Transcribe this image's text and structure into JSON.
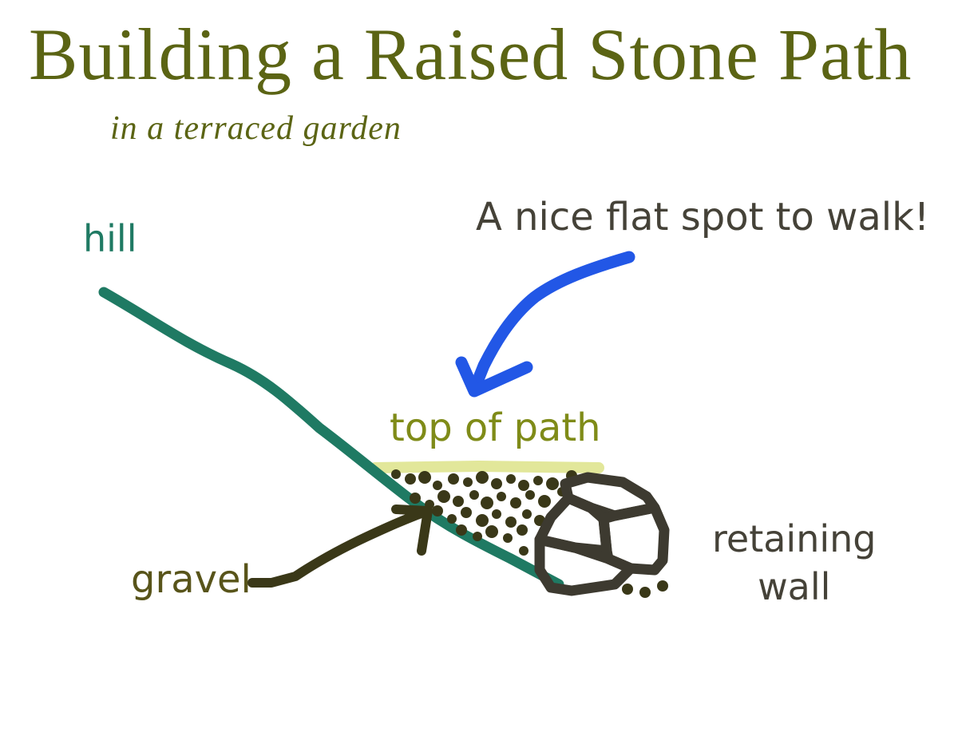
{
  "title": "Building a Raised Stone Path",
  "subtitle": "in a terraced garden",
  "labels": {
    "hill": "hill",
    "flat_spot": "A nice flat spot to walk!",
    "top_of_path": "top of path",
    "gravel": "gravel",
    "retaining_wall_line1": "retaining",
    "retaining_wall_line2": "wall"
  },
  "colors": {
    "hill": "#1f7a63",
    "arrow_blue": "#2257e6",
    "path_top": "#e2e79a",
    "gravel": "#3a3818",
    "stone": "#3d3a30",
    "title": "#5b6414"
  }
}
